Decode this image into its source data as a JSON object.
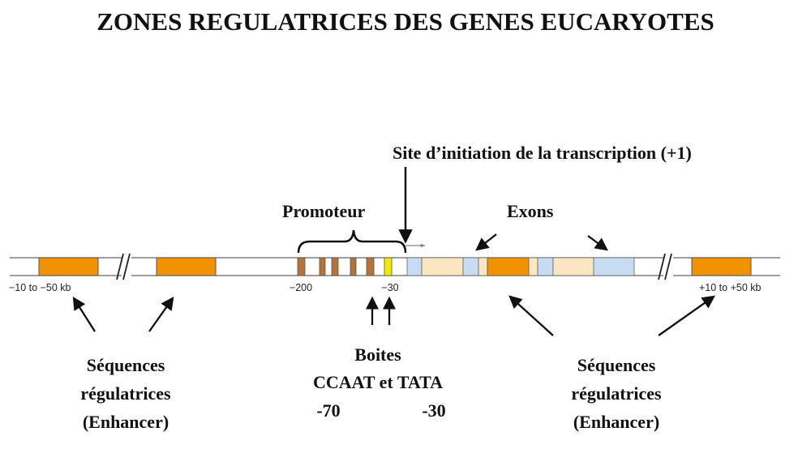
{
  "title": "ZONES REGULATRICES DES GENES EUCARYOTES",
  "labels": {
    "site_initiation": "Site d’initiation de la transcription (+1)",
    "promoteur": "Promoteur",
    "exons": "Exons",
    "boites_line1": "Boites",
    "boites_line2": "CCAAT et TATA",
    "minus70": "-70",
    "minus30": "-30",
    "enhancer_left": [
      "Séquences",
      "régulatrices",
      "(Enhancer)"
    ],
    "enhancer_right": [
      "Séquences",
      "régulatrices",
      "(Enhancer)"
    ]
  },
  "ticks": {
    "left_range": "−10 to −50 kb",
    "minus200": "−200",
    "minus30": "−30",
    "right_range": "+10 to +50 kb"
  },
  "colors": {
    "enhancer": "#f39200",
    "promoter_element": "#b5733a",
    "tata_box": "#f4ea00",
    "exon": "#c5dcf2",
    "intron": "#fbe6c2",
    "line": "#555555",
    "arrow": "#111111"
  }
}
